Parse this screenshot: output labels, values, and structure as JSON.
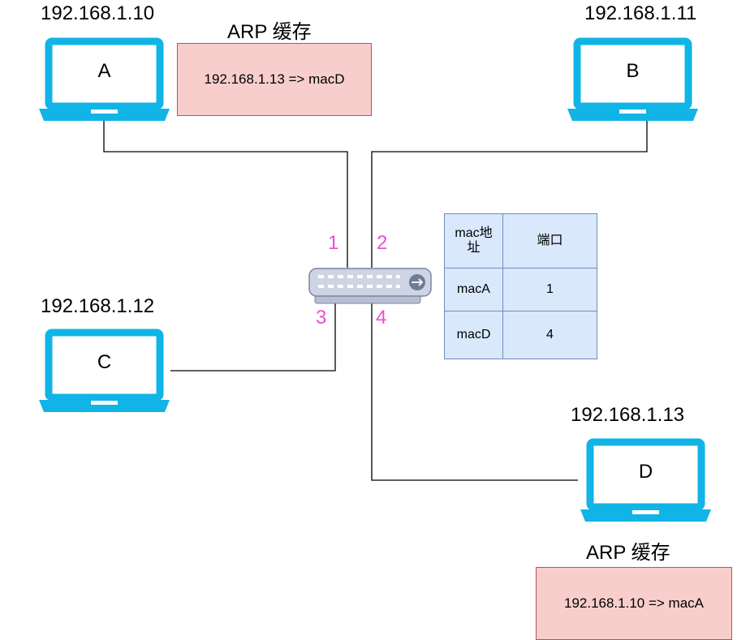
{
  "hosts": {
    "a": {
      "ip": "192.168.1.10",
      "label": "A"
    },
    "b": {
      "ip": "192.168.1.11",
      "label": "B"
    },
    "c": {
      "ip": "192.168.1.12",
      "label": "C"
    },
    "d": {
      "ip": "192.168.1.13",
      "label": "D"
    }
  },
  "arp_caches": [
    {
      "title": "ARP 缓存",
      "entry": "192.168.1.13 => macD"
    },
    {
      "title": "ARP 缓存",
      "entry": "192.168.1.10 => macA"
    }
  ],
  "switch": {
    "icon": "network-switch-icon",
    "ports": [
      "1",
      "2",
      "3",
      "4"
    ]
  },
  "mac_table": {
    "headers": [
      "mac地址",
      "端口"
    ],
    "rows": [
      [
        "macA",
        "1"
      ],
      [
        "macD",
        "4"
      ]
    ]
  },
  "colors": {
    "laptop": "#11b4e6",
    "port_label": "#e84fd5",
    "arp_fill": "#f8cecc",
    "arp_border": "#b85450",
    "table_fill": "#dae8fc",
    "table_border": "#6c8ebf",
    "switch_body": "#ced4e4"
  }
}
